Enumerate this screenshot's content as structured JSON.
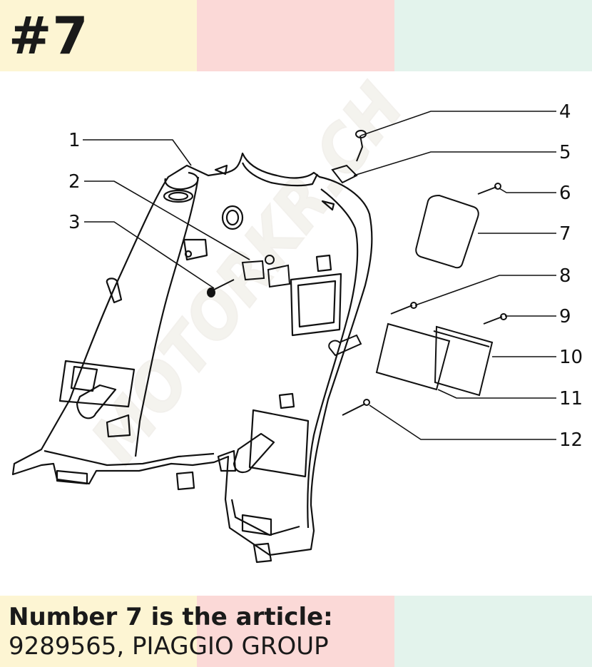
{
  "header": {
    "title": "#7",
    "band_colors": [
      "#fdf5d3",
      "#fbd9d7",
      "#e3f3ec"
    ]
  },
  "watermark": {
    "text": "MOTORKR.CH"
  },
  "callouts": [
    "1",
    "2",
    "3",
    "4",
    "5",
    "6",
    "7",
    "8",
    "9",
    "10",
    "11",
    "12"
  ],
  "footer": {
    "line1": "Number 7 is the article:",
    "line2": "9289565, PIAGGIO GROUP"
  }
}
